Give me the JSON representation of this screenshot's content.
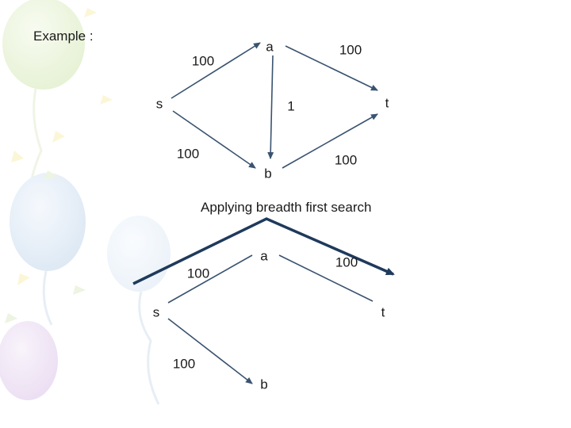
{
  "slide": {
    "title": "Example :",
    "caption": "Applying breadth first search"
  },
  "graph_top": {
    "nodes": {
      "s": "s",
      "a": "a",
      "b": "b",
      "t": "t"
    },
    "edges": [
      {
        "from": "s",
        "to": "a",
        "capacity": "100"
      },
      {
        "from": "a",
        "to": "t",
        "capacity": "100"
      },
      {
        "from": "a",
        "to": "b",
        "capacity": "1"
      },
      {
        "from": "s",
        "to": "b",
        "capacity": "100"
      },
      {
        "from": "b",
        "to": "t",
        "capacity": "100"
      }
    ]
  },
  "graph_bottom": {
    "nodes": {
      "s": "s",
      "a": "a",
      "b": "b",
      "t": "t"
    },
    "edge_labels": {
      "s_a": "100",
      "a_t": "100",
      "s_b": "100"
    }
  },
  "colors": {
    "edge": "#3a5370",
    "highlight_path": "#1e3a5c",
    "text": "#1a1a1a"
  },
  "icons": [
    "balloon-decoration"
  ]
}
